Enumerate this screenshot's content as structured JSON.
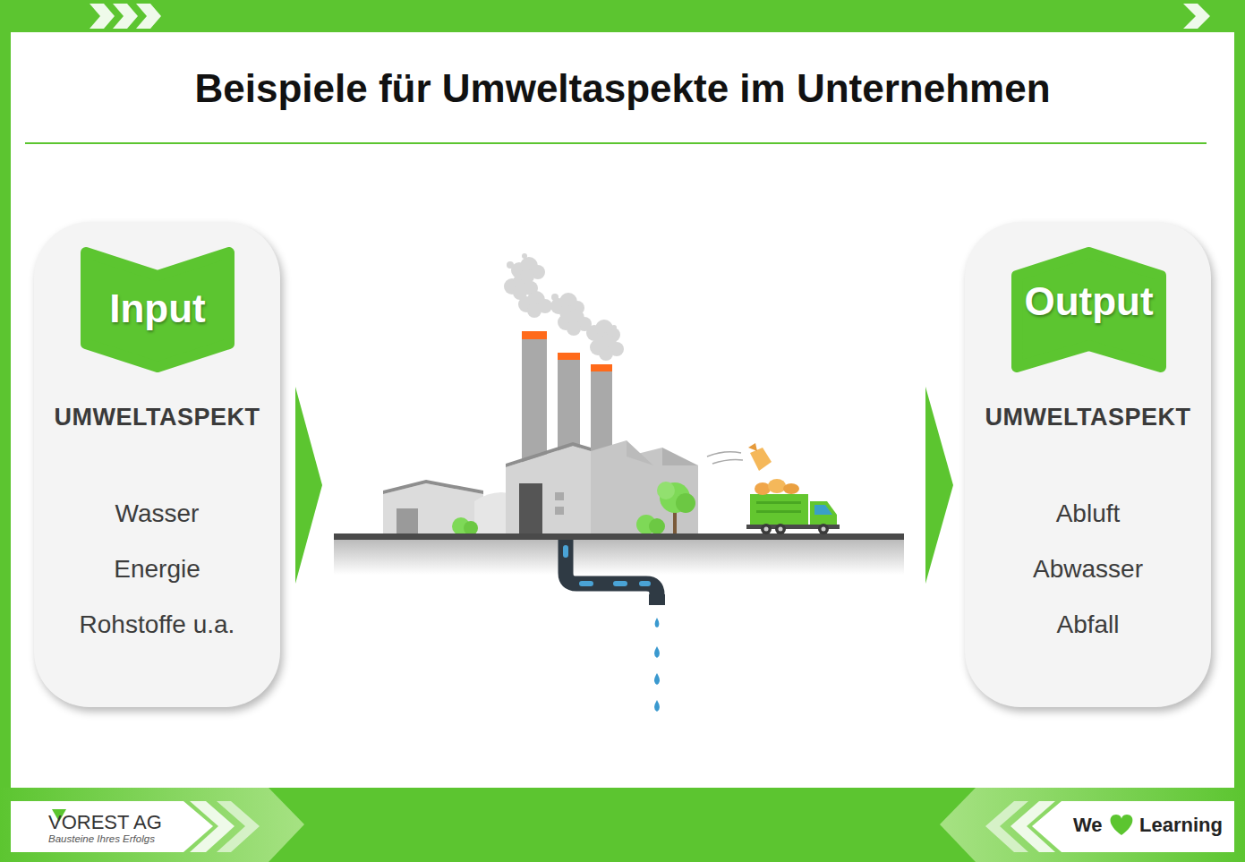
{
  "diagram": {
    "title": "Beispiele für Umweltaspekte im Unternehmen",
    "nodes": [
      {
        "text": [
          "UMWELTASPEKT",
          "Wasser",
          "Energie",
          "Rohstoffe u.a."
        ]
      },
      {
        "text": [
          "Input"
        ],
        "in": 0
      },
      {
        "text": [
          "UMWELTASPEKT",
          "Abluft",
          "Abwasser",
          "Abfall"
        ]
      },
      {
        "text": [
          "Output"
        ],
        "in": 2
      }
    ],
    "labels": [
      "VOREST AG",
      "Bausteine Ihres Erfolgs",
      "We",
      "Learning"
    ]
  }
}
